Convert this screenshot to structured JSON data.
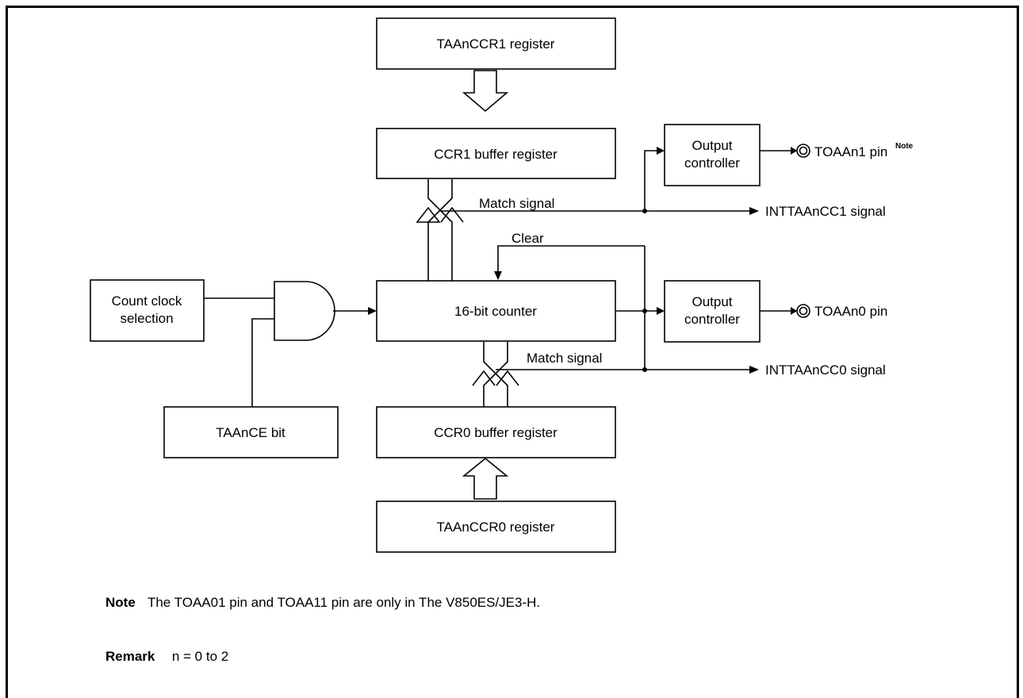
{
  "blocks": {
    "taanccr1": "TAAnCCR1 register",
    "ccr1_buffer": "CCR1 buffer register",
    "counter": "16-bit counter",
    "ccr0_buffer": "CCR0 buffer register",
    "taanccr0": "TAAnCCR0 register",
    "count_clock_line1": "Count clock",
    "count_clock_line2": "selection",
    "taance": "TAAnCE bit",
    "output_ctrl_line1": "Output",
    "output_ctrl_line2": "controller"
  },
  "signals": {
    "match_signal": "Match signal",
    "clear": "Clear",
    "intcc1": "INTTAAnCC1 signal",
    "intcc0": "INTTAAnCC0 signal",
    "toaan1_pin": "TOAAn1 pin",
    "toaan1_note_sup": "Note",
    "toaan0_pin": "TOAAn0 pin"
  },
  "notes": {
    "note_label": "Note",
    "note_text": "The TOAA01 pin and TOAA11 pin are only in The V850ES/JE3-H.",
    "remark_label": "Remark",
    "remark_text": "n = 0 to 2"
  }
}
